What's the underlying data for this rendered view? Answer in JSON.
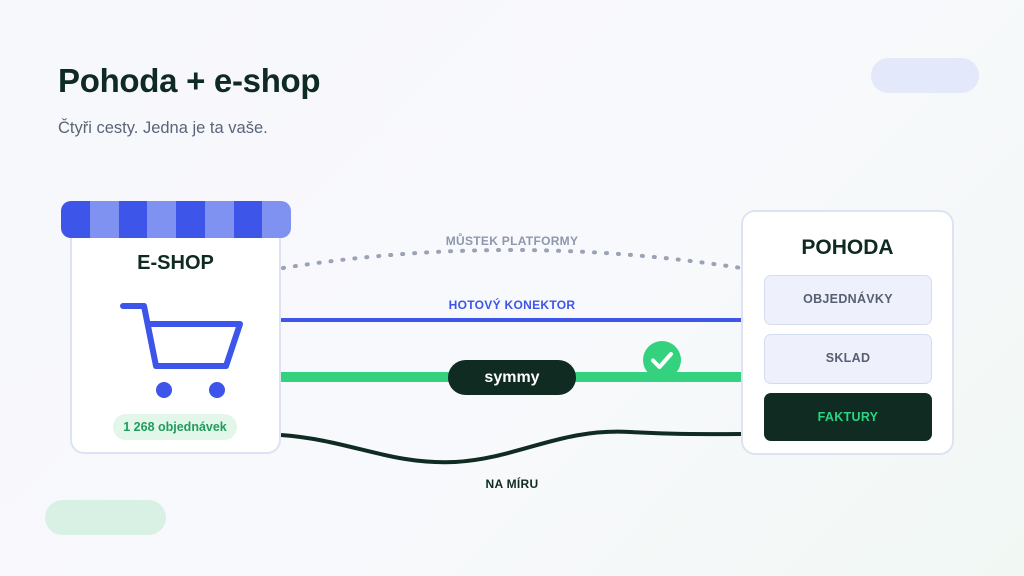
{
  "header": {
    "title": "Pohoda + e-shop",
    "subtitle": "Čtyři cesty. Jedna je ta vaše."
  },
  "eshop": {
    "label": "E-SHOP",
    "icon": "shopping-cart-icon",
    "orders_badge": "1 268 objednávek"
  },
  "pohoda": {
    "label": "POHODA",
    "modules": [
      "OBJEDNÁVKY",
      "SKLAD",
      "FAKTURY"
    ]
  },
  "routes": [
    {
      "label": "MŮSTEK PLATFORMY",
      "style": "dotted",
      "color": "#9aa3b5"
    },
    {
      "label": "HOTOVÝ KONEKTOR",
      "style": "solid",
      "color": "#3d55e8"
    },
    {
      "label": "symmy",
      "style": "solid-thick",
      "color": "#34d27f",
      "icon": "check-circle-icon"
    },
    {
      "label": "NA MÍRU",
      "style": "wavy",
      "color": "#0f2b22"
    }
  ],
  "colors": {
    "accent_blue": "#3d55e8",
    "accent_green": "#34d27f",
    "dark": "#0f2b22"
  }
}
